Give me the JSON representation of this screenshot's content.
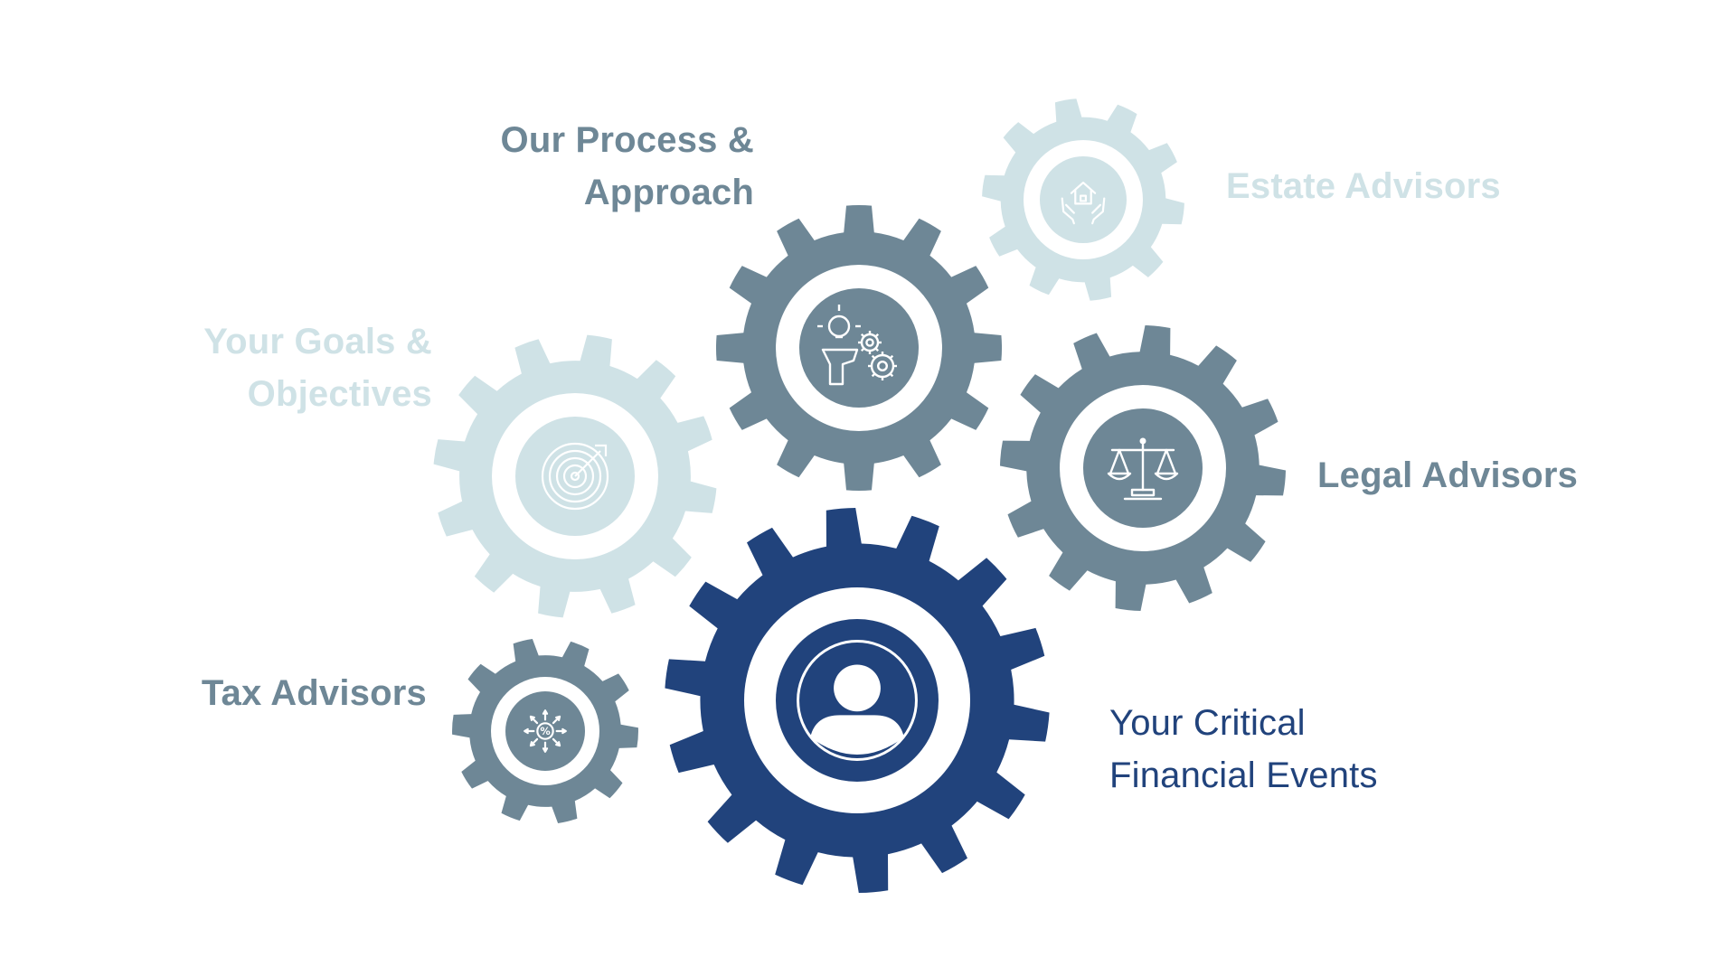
{
  "colors": {
    "slate": "#6e8796",
    "pale": "#cfe2e6",
    "navy": "#21437c",
    "white": "#ffffff"
  },
  "gears": [
    {
      "id": "gear-goals",
      "icon": "target-icon",
      "color": "pale"
    },
    {
      "id": "gear-process",
      "icon": "lightbulb-head-gears-icon",
      "color": "slate"
    },
    {
      "id": "gear-estate",
      "icon": "house-in-hands-icon",
      "color": "pale"
    },
    {
      "id": "gear-legal",
      "icon": "scales-of-justice-icon",
      "color": "slate"
    },
    {
      "id": "gear-tax",
      "icon": "percent-arrows-icon",
      "color": "slate"
    },
    {
      "id": "gear-critical",
      "icon": "user-profile-icon",
      "color": "navy"
    }
  ],
  "labels": {
    "process": [
      "Our Process &",
      "Approach"
    ],
    "estate": [
      "Estate Advisors"
    ],
    "goals": [
      "Your Goals &",
      "Objectives"
    ],
    "legal": [
      "Legal Advisors"
    ],
    "tax": [
      "Tax Advisors"
    ],
    "critical": [
      "Your Critical",
      "Financial Events"
    ]
  }
}
